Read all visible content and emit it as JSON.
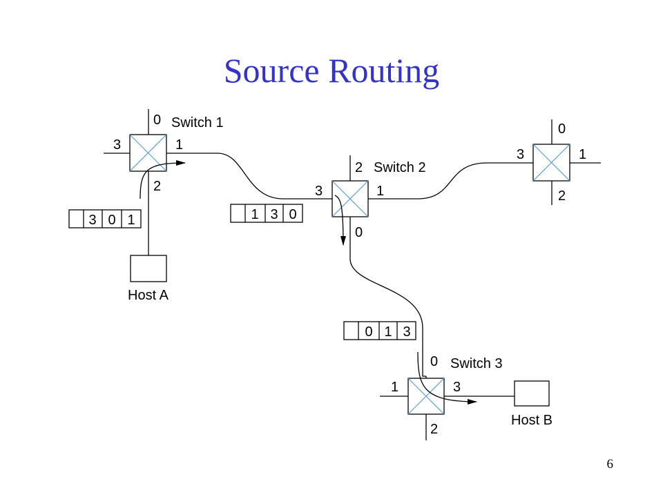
{
  "title": "Source Routing",
  "page_number": "6",
  "title_color": "#3333cc",
  "switches": [
    {
      "name": "Switch 1",
      "ports": {
        "top": "0",
        "left": "3",
        "right": "1",
        "bottom": "2"
      }
    },
    {
      "name": "Switch 2",
      "ports": {
        "top": "2",
        "left": "3",
        "right": "1",
        "bottom": "0"
      }
    },
    {
      "name": "",
      "ports": {
        "top": "0",
        "left": "3",
        "right": "1",
        "bottom": "2"
      }
    },
    {
      "name": "Switch 3",
      "ports": {
        "top": "0",
        "left": "1",
        "right": "3",
        "bottom": "2"
      }
    }
  ],
  "hosts": [
    "Host A",
    "Host B"
  ],
  "headers": [
    [
      "",
      "3",
      "0",
      "1"
    ],
    [
      "",
      "1",
      "3",
      "0"
    ],
    [
      "",
      "0",
      "1",
      "3"
    ]
  ]
}
